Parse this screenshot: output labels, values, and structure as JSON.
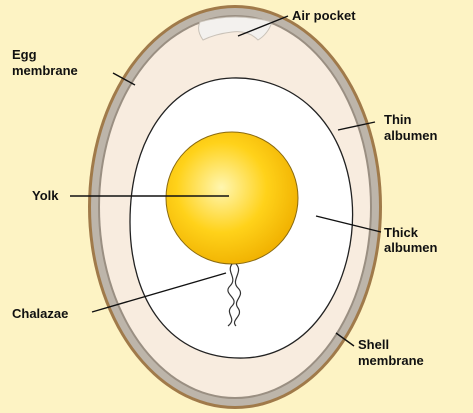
{
  "colors": {
    "background": "#fdf3c4",
    "shell_outer": "#a07a4a",
    "shell_membrane": "#b8b2a8",
    "thin_albumen": "#f8ecdf",
    "thick_albumen": "#ffffff",
    "yolk_center": "#fff2a0",
    "yolk_edge": "#f0b400",
    "air_pocket": "#f4f1ee"
  },
  "labels": {
    "air_pocket": "Air pocket",
    "egg_membrane_line1": "Egg",
    "egg_membrane_line2": "membrane",
    "thin_albumen_line1": "Thin",
    "thin_albumen_line2": "albumen",
    "yolk": "Yolk",
    "thick_albumen_line1": "Thick",
    "thick_albumen_line2": "albumen",
    "chalazae": "Chalazae",
    "shell_membrane_line1": "Shell",
    "shell_membrane_line2": "membrane"
  }
}
